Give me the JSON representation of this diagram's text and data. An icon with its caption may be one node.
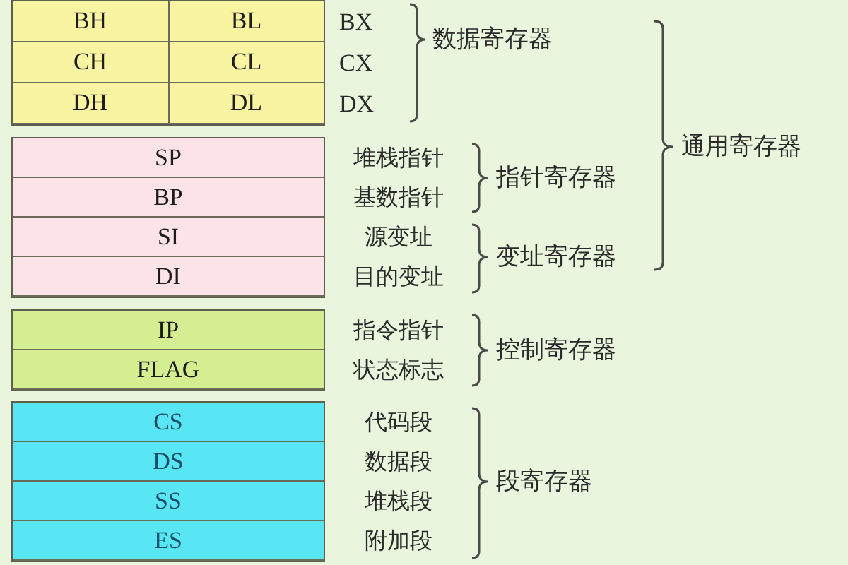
{
  "diagram": {
    "nodes": [
      {
        "text": [
          "BH"
        ]
      },
      {
        "text": [
          "BL"
        ]
      },
      {
        "text": [
          "CH"
        ]
      },
      {
        "text": [
          "CL"
        ]
      },
      {
        "text": [
          "DH"
        ]
      },
      {
        "text": [
          "DL"
        ]
      },
      {
        "text": [
          "SP"
        ],
        "beside": [
          "堆栈指针"
        ]
      },
      {
        "text": [
          "BP"
        ],
        "beside": [
          "基数指针"
        ]
      },
      {
        "text": [
          "SI"
        ],
        "beside": [
          "源变址"
        ]
      },
      {
        "text": [
          "DI"
        ],
        "beside": [
          "目的变址"
        ]
      },
      {
        "text": [
          "IP"
        ],
        "beside": [
          "指令指针"
        ]
      },
      {
        "text": [
          "FLAG"
        ],
        "beside": [
          "状态标志"
        ]
      },
      {
        "text": [
          "CS"
        ],
        "beside": [
          "代码段"
        ]
      },
      {
        "text": [
          "DS"
        ],
        "beside": [
          "数据段"
        ]
      },
      {
        "text": [
          "SS"
        ],
        "beside": [
          "堆栈段"
        ]
      },
      {
        "text": [
          "ES"
        ],
        "beside": [
          "附加段"
        ]
      }
    ],
    "labels": [
      "BX",
      "数据寄存器",
      "CX",
      "DX",
      "通用寄存器",
      "指针寄存器",
      "变址寄存器",
      "控制寄存器",
      "段寄存器"
    ]
  }
}
